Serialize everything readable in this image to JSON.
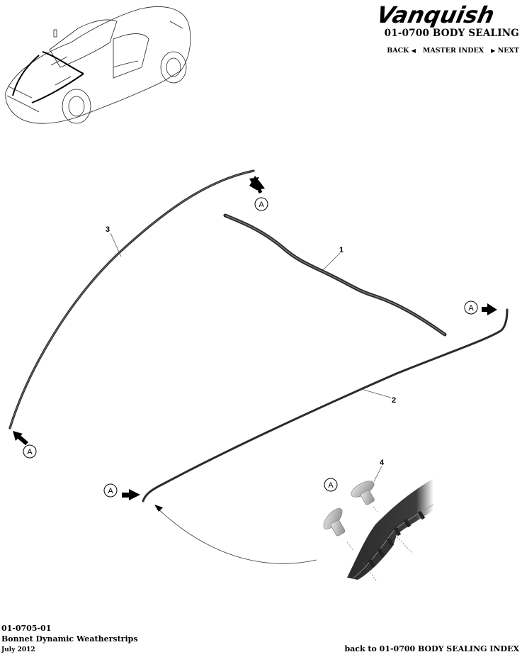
{
  "header": {
    "brand_logo_text": "Vanquish",
    "section_title": "01-0700 BODY SEALING",
    "nav": {
      "back_label": "BACK",
      "back_icon": "triangle-left-icon",
      "master_index_label": "MASTER INDEX",
      "next_icon": "triangle-right-icon",
      "next_label": "NEXT"
    }
  },
  "diagram": {
    "title": "Bonnet Dynamic Weatherstrips",
    "callouts": [
      {
        "number": "1",
        "part": "weatherstrip-1"
      },
      {
        "number": "2",
        "part": "weatherstrip-2"
      },
      {
        "number": "3",
        "part": "weatherstrip-3"
      },
      {
        "number": "4",
        "part": "clip-4"
      }
    ],
    "detail_marker": "A",
    "colors": {
      "strip": "#3a3a3a",
      "leader": "#555555",
      "arrow": "#000000",
      "clip": "#c8c8c8",
      "panel": "#2e2e2e"
    }
  },
  "footer": {
    "ref_code": "01-0705-01",
    "ref_title": "Bonnet Dynamic Weatherstrips",
    "date": "July 2012",
    "back_to_index_label": "back to 01-0700 BODY SEALING INDEX"
  }
}
